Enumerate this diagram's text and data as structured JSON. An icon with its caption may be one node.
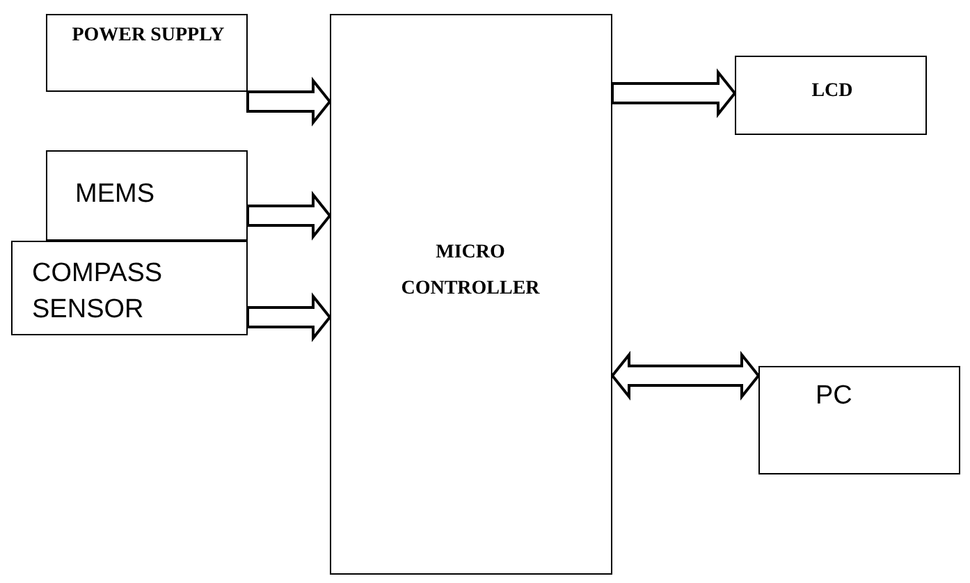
{
  "diagram": {
    "nodes": [
      {
        "text": [
          "POWER SUPPLY"
        ]
      },
      {
        "text": [
          "MICRO CONTROLLER"
        ]
      },
      {
        "text": [
          "LCD"
        ]
      },
      {
        "text": [
          "MEMS"
        ]
      },
      {
        "text": [
          "COMPASS SENSOR"
        ]
      },
      {
        "text": [
          "PC"
        ]
      }
    ],
    "edges": [
      {
        "from": 0,
        "to": 1,
        "arrow": "to"
      },
      {
        "from": 3,
        "to": 1,
        "arrow": "to"
      },
      {
        "from": 4,
        "to": 1,
        "arrow": "to"
      },
      {
        "from": 1,
        "to": 2,
        "arrow": "to"
      },
      {
        "from": 1,
        "to": 5,
        "arrow": "both"
      }
    ]
  }
}
